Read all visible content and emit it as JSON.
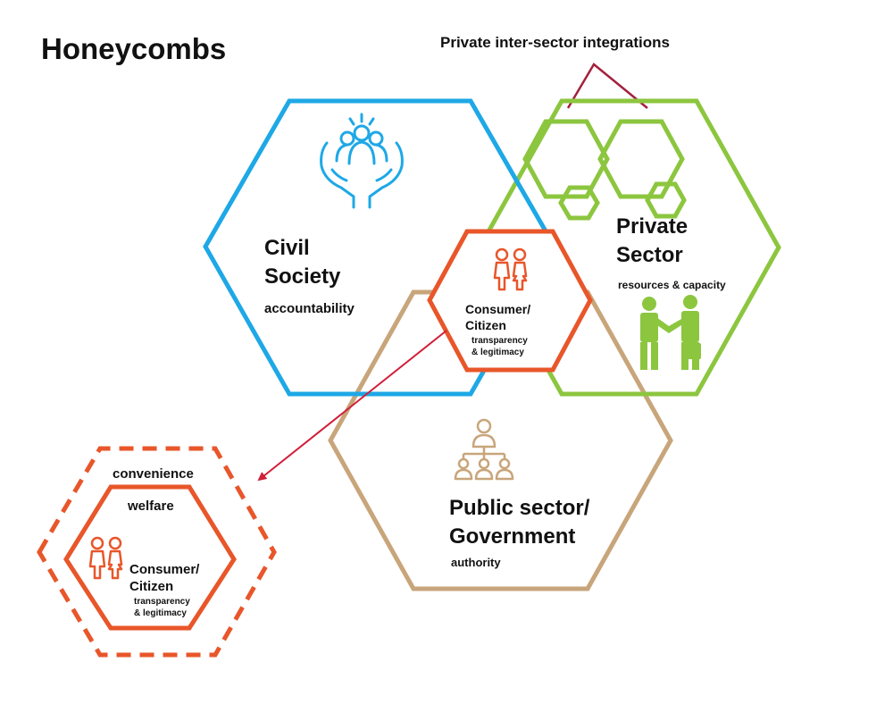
{
  "title": "Honeycombs",
  "top_label": "Private inter-sector integrations",
  "colors": {
    "civil": "#1ea8e6",
    "private": "#8cc63f",
    "public": "#c8a57a",
    "consumer": "#e8562a",
    "arrow": "#d11f3a",
    "text": "#111111"
  },
  "civil_society": {
    "title_line1": "Civil",
    "title_line2": "Society",
    "value": "accountability",
    "icon": "people-in-hands-icon"
  },
  "private_sector": {
    "title_line1": "Private",
    "title_line2": "Sector",
    "value": "resources & capacity",
    "icon": "handshake-icon"
  },
  "public_sector": {
    "title_line1": "Public sector/",
    "title_line2": "Government",
    "value": "authority",
    "icon": "org-chart-icon"
  },
  "consumer_center": {
    "title_line1": "Consumer/",
    "title_line2": "Citizen",
    "value_line1": "transparency",
    "value_line2": "& legitimacy",
    "icon": "two-people-icon"
  },
  "consumer_detail": {
    "outer_label": "convenience",
    "inner_label": "welfare",
    "title_line1": "Consumer/",
    "title_line2": "Citizen",
    "value_line1": "transparency",
    "value_line2": "& legitimacy",
    "icon": "two-people-icon"
  }
}
